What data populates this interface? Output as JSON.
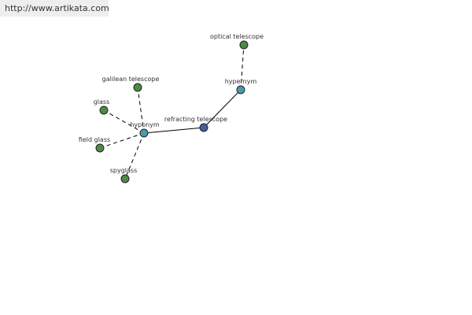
{
  "site_url": "http://www.artikata.com",
  "colors": {
    "leaf": "#4d8a44",
    "relation": "#4a9aa8",
    "root": "#4b5a9c"
  },
  "nodes": {
    "root": {
      "label": "refracting telescope",
      "kind": "root"
    },
    "hypernym": {
      "label": "hypernym",
      "kind": "relation"
    },
    "hyponym": {
      "label": "hyponym",
      "kind": "relation"
    },
    "optical": {
      "label": "optical telescope",
      "kind": "leaf"
    },
    "galilean": {
      "label": "galilean telescope",
      "kind": "leaf"
    },
    "glass": {
      "label": "glass",
      "kind": "leaf"
    },
    "field_glass": {
      "label": "field glass",
      "kind": "leaf"
    },
    "spyglass": {
      "label": "spyglass",
      "kind": "leaf"
    }
  }
}
